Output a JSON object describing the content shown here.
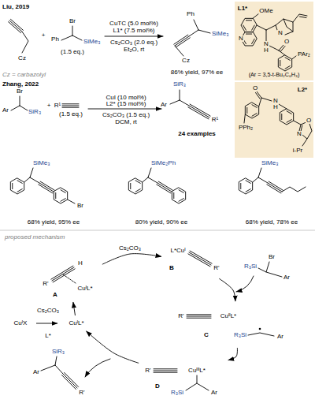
{
  "diagram": {
    "nodes": [
      {
        "text": [
          "L1*",
          "OMe",
          "N",
          "N",
          "N",
          "H",
          "O",
          "PAr₂",
          "(Ar = 3,5-t-Bu₂C₆H₃)"
        ]
      },
      {
        "text": [
          "L2*",
          "O",
          "N",
          "H",
          "PPh₂",
          "N",
          "O",
          "i-Pr"
        ]
      },
      {
        "text": [
          "H",
          "R'",
          "CuᴵL*",
          "A"
        ]
      },
      {
        "text": [
          "L*Cuᴵ",
          "R'",
          "B"
        ]
      },
      {
        "text": [
          "R'",
          "CuᴵᴵL*",
          "R₃Si",
          "Ar",
          "C"
        ]
      },
      {
        "text": [
          "CuᴵX"
        ]
      },
      {
        "text": [
          "CuᴵL*"
        ]
      },
      {
        "text": [
          "R'",
          "CuᴵᴵᴵL*",
          "R₃Si",
          "Ar",
          "D"
        ]
      }
    ],
    "edges": [
      {
        "from": 5,
        "to": 6,
        "arrow": "to"
      },
      {
        "from": 6,
        "to": 2,
        "arrow": "to"
      },
      {
        "from": 2,
        "to": 3,
        "arrow": "to",
        "label": "Cs₂CO₃"
      },
      {
        "from": 3,
        "to": 4,
        "arrow": "to"
      },
      {
        "from": 4,
        "to": 7,
        "arrow": "to"
      },
      {
        "from": 7,
        "to": 6,
        "arrow": "to"
      }
    ],
    "labels": [
      "Liu, 2019",
      "Br",
      "Ph",
      "SiMe₃",
      "(1.5 eq.)",
      "Cz",
      "Cz = carbazolyl",
      "+",
      "CuTC (5.0 mol%)",
      "L1* (7.5 mol%)",
      "Cs₂CO₃ (2.0 eq.)",
      "Et₂O, rt",
      "Ph",
      "SiMe₃",
      "Cz",
      "86% yield, 97% ee",
      "Zhang, 2022",
      "Br",
      "Ar",
      "SiR₃",
      "+",
      "R¹",
      "(1.5 eq.)",
      "CuI (10 mol%)",
      "L2* (15 mol%)",
      "Cs₂CO₃ (1.5 eq.)",
      "DCM, rt",
      "SiR₃",
      "Ar",
      "R¹",
      "24 examples",
      "SiMe₃",
      "Br",
      "68% yield, 95% ee",
      "SiMe₂Ph",
      "80% yield, 90% ee",
      "SiMe₃",
      "68% yield, 78% ee",
      "proposed mechanism",
      "R₃Si",
      "Br",
      "Ar",
      "Cs₂CO₃",
      "L*",
      "SiR₃",
      "Ar",
      "R'"
    ]
  }
}
